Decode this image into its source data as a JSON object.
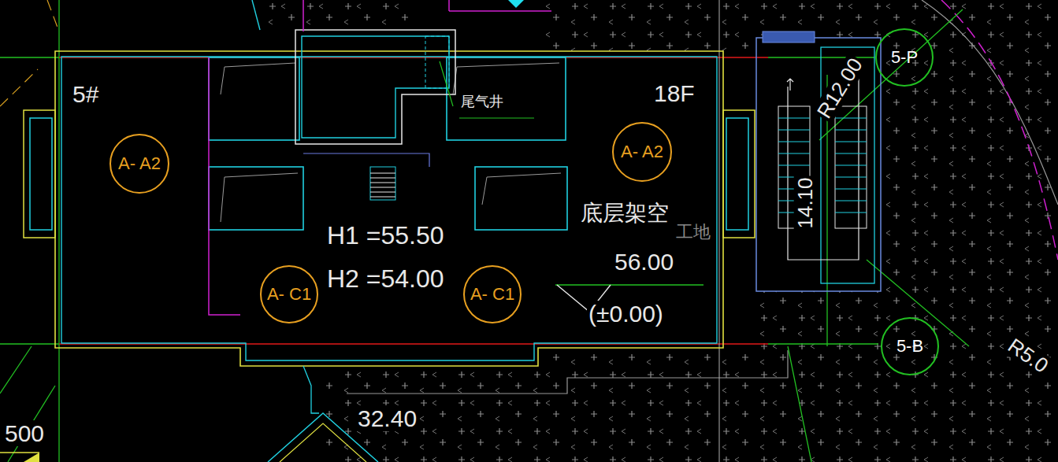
{
  "diagram": {
    "nodes": [
      {
        "text": [
          "5#",
          "18F"
        ]
      },
      {
        "text": [
          "A- A2"
        ],
        "in": 0
      },
      {
        "text": [
          "A- A2"
        ],
        "in": 0
      },
      {
        "text": [
          "A- C1"
        ],
        "in": 0
      },
      {
        "text": [
          "A- C1"
        ],
        "in": 0
      },
      {
        "text": [
          "5-P"
        ]
      },
      {
        "text": [
          "5-B"
        ]
      }
    ],
    "labels": [
      "尾气井",
      "H1 =55.50",
      "H2 =54.00",
      "底层架空",
      "工地",
      "56.00",
      "(±0.00)",
      "R12.00",
      "14.10",
      "32.40",
      "500",
      "R5.0"
    ]
  }
}
